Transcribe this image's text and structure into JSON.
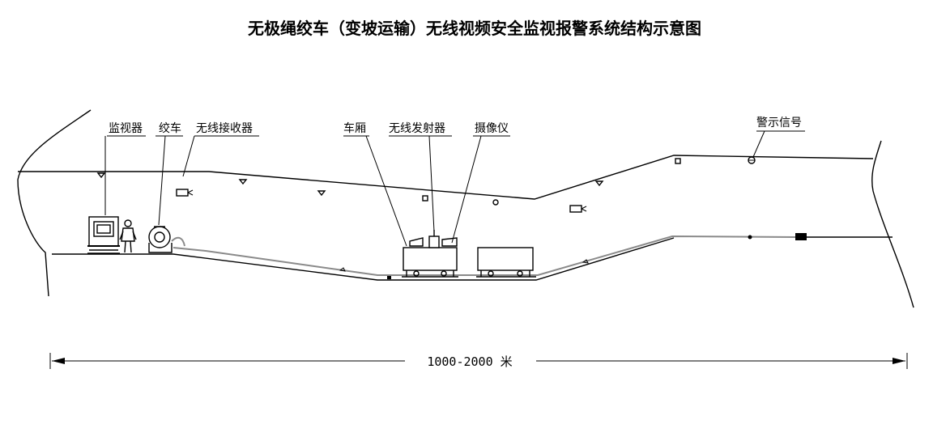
{
  "title": "无极绳绞车（变坡运输）无线视频安全监视报警系统结构示意图",
  "labels": {
    "monitor": "监视器",
    "winch": "绞车",
    "receiver": "无线接收器",
    "carriage": "车厢",
    "transmitter": "无线发射器",
    "camera": "摄像仪",
    "warning_signal": "警示信号"
  },
  "dimension": {
    "text": "1000-2000 米"
  }
}
